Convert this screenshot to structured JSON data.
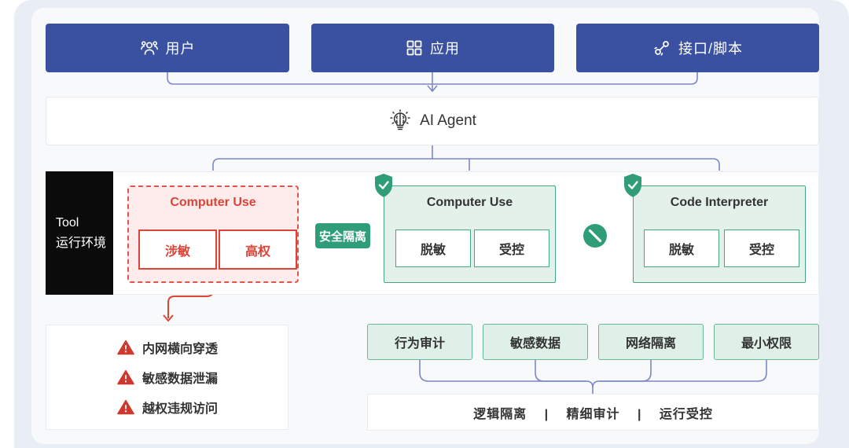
{
  "sources": [
    {
      "label": "用户",
      "icon": "users-icon"
    },
    {
      "label": "应用",
      "icon": "apps-grid-icon"
    },
    {
      "label": "接口/脚本",
      "icon": "plug-link-icon"
    }
  ],
  "agent": {
    "label": "AI Agent",
    "icon": "brain-bulb-icon"
  },
  "tool_env": {
    "line1": "Tool",
    "line2": "运行环境"
  },
  "unsafe_box": {
    "title": "Computer Use",
    "tags": [
      "涉敏",
      "高权"
    ]
  },
  "isolation_label": "安全隔离",
  "safe_boxes": [
    {
      "title": "Computer Use",
      "tags": [
        "脱敏",
        "受控"
      ]
    },
    {
      "title": "Code Interpreter",
      "tags": [
        "脱敏",
        "受控"
      ]
    }
  ],
  "risks": {
    "items": [
      "内网横向穿透",
      "敏感数据泄漏",
      "越权违规访问"
    ]
  },
  "controls": [
    "行为审计",
    "敏感数据",
    "网络隔离",
    "最小权限"
  ],
  "summary": {
    "text": "逻辑隔离　 |　 精细审计　 |　 运行受控"
  },
  "colors": {
    "brand_blue": "#3a50a0",
    "green": "#2f9d78",
    "light_green_bg": "#e4f1ea",
    "red": "#dc4437",
    "pink_bg": "#fdeceb",
    "connector_purple": "#7d86c6",
    "panel_bg": "#f8f9fb",
    "mat_bg": "#e9eef6"
  }
}
